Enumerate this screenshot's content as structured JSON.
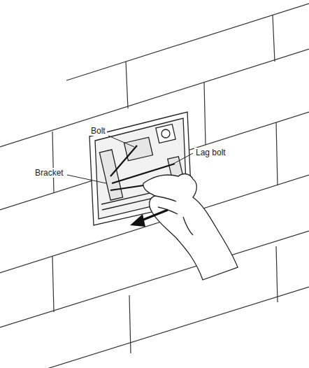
{
  "diagram": {
    "labels": [
      "Bolt",
      "Lag bolt",
      "Bracket"
    ]
  }
}
